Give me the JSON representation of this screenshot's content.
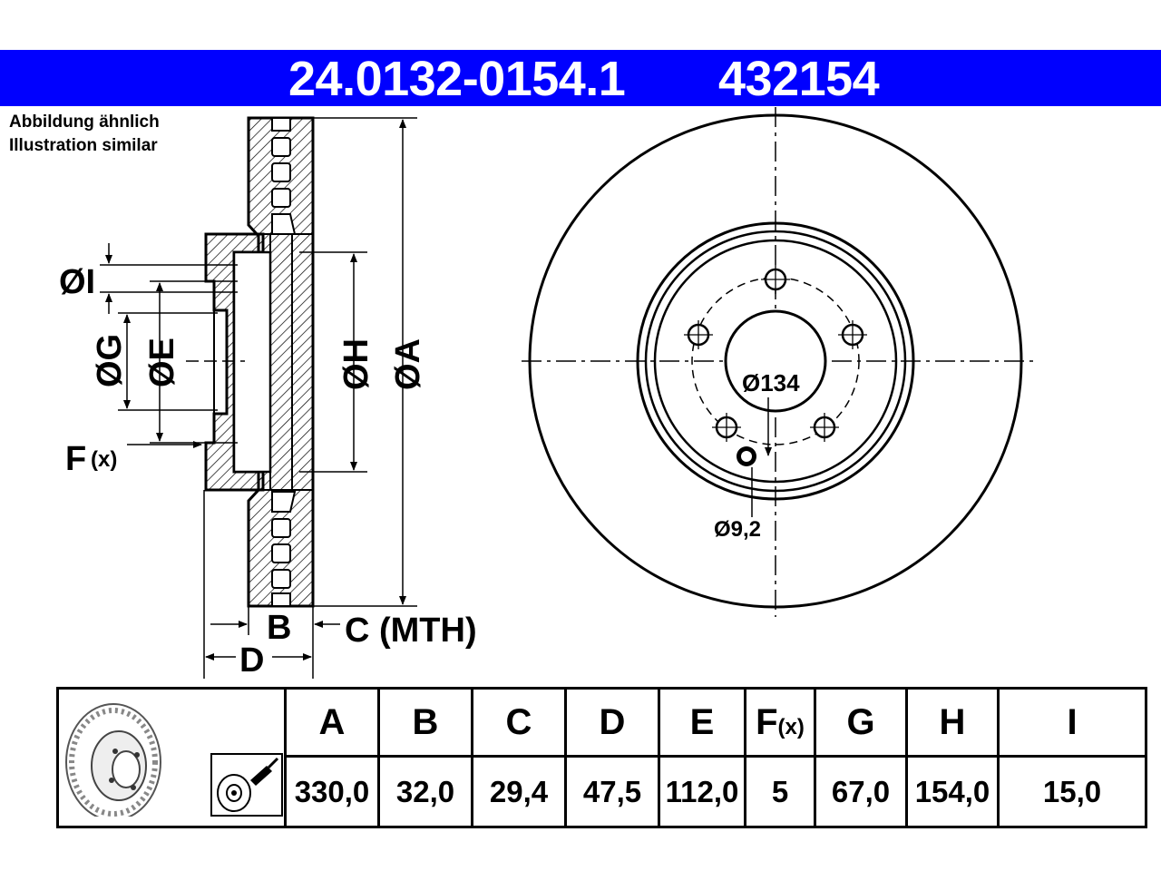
{
  "header": {
    "part_number": "24.0132-0154.1",
    "ref_number": "432154",
    "color": "#0000ff"
  },
  "note": {
    "line1": "Abbildung ähnlich",
    "line2": "Illustration similar"
  },
  "labels": {
    "dia_I": "ØI",
    "dia_G": "ØG",
    "dia_E": "ØE",
    "F": "F",
    "F_sub": "(x)",
    "dia_H": "ØH",
    "dia_A": "ØA",
    "B": "B",
    "C_MTH": "C (MTH)",
    "D": "D",
    "pcd": "Ø134",
    "hole": "Ø9,2"
  },
  "table": {
    "headers": [
      "A",
      "B",
      "C",
      "D",
      "E",
      "F",
      "G",
      "H",
      "I"
    ],
    "f_suffix": "(x)",
    "values": [
      "330,0",
      "32,0",
      "29,4",
      "47,5",
      "112,0",
      "5",
      "67,0",
      "154,0",
      "15,0"
    ]
  }
}
